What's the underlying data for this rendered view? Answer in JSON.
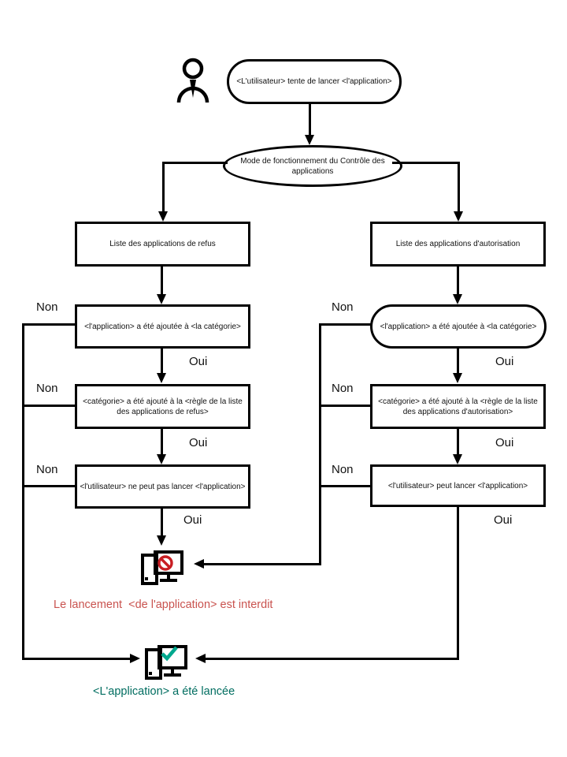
{
  "labels": {
    "yes": "Oui",
    "no": "Non"
  },
  "nodes": {
    "start": "<L'utilisateur> tente de lancer <l'application>",
    "mode": "Mode de fonctionnement du Contrôle des applications",
    "deny_list": "Liste des applications de refus",
    "deny_app_in_category": "<l'application> a été ajoutée à <la catégorie>",
    "deny_category_in_rule": "<catégorie> a été ajouté à la <règle de la liste des applications de refus>",
    "deny_cannot_launch": "<l'utilisateur> ne peut pas lancer <l'application>",
    "allow_list": "Liste des applications d'autorisation",
    "allow_app_in_category": "<l'application> a été ajoutée à <la catégorie>",
    "allow_category_in_rule": "<catégorie> a été ajouté à la <règle de la liste des applications d'autorisation>",
    "allow_can_launch": "<l'utilisateur> peut lancer <l'application>"
  },
  "outcomes": {
    "blocked": "Le lancement  <de l'application> est interdit",
    "launched": "<L'application> a été lancée"
  },
  "icons": {
    "user": "user-icon",
    "blocked_computer": "computer-blocked-icon",
    "launched_computer": "computer-launched-icon"
  },
  "colors": {
    "blocked_text": "#C9534F",
    "launched_text": "#006D60",
    "prohibition_sign": "#C81E23",
    "check_mark": "#00A88E",
    "line": "#000000"
  }
}
